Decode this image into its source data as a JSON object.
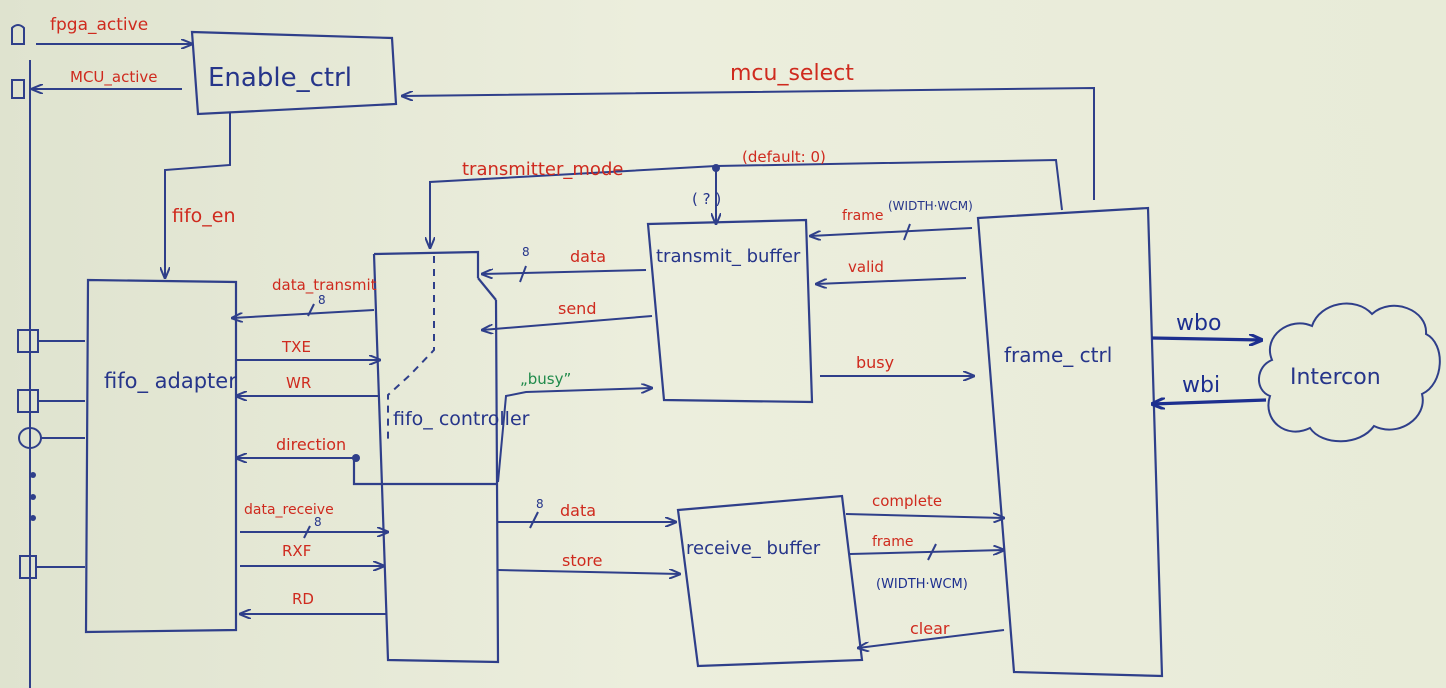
{
  "blocks": {
    "enable_ctrl": "Enable_ctrl",
    "fifo_adapter": "fifo_ adapter",
    "fifo_controller": "fifo_ controller",
    "transmit_buffer": "transmit_ buffer",
    "receive_buffer": "receive_ buffer",
    "frame_ctrl": "frame_ ctrl",
    "intercon": "Intercon"
  },
  "signals": {
    "fpga_active": "fpga_active",
    "mcu_active": "MCU_active",
    "mcu_select": "mcu_select",
    "transmitter_mode": "transmitter_mode",
    "transmitter_mode_default": "(default: 0)",
    "fifo_en": "fifo_en",
    "data_transmit": "data_transmit",
    "txe": "TXE",
    "wr": "WR",
    "direction": "direction",
    "data_receive": "data_receive",
    "rxf": "RXF",
    "rd": "RD",
    "tx_data": "data",
    "send": "send",
    "busy_quote": "„busy”",
    "rx_data": "data",
    "store": "store",
    "frame_in": "frame",
    "frame_in_width": "(WIDTH·WCM)",
    "valid": "valid",
    "busy": "busy",
    "complete": "complete",
    "frame_out": "frame",
    "frame_out_width": "(WIDTH·WCM)",
    "clear": "clear",
    "wbo": "wbo",
    "wbi": "wbi",
    "bus_width_tx_data": "8",
    "bus_width_data_transmit": "8",
    "bus_width_data_receive": "8",
    "bus_width_rx_data": "8",
    "mode_brackets": "( ? )"
  },
  "colors": {
    "ink_blue": "#2f3f8a",
    "ink_red": "#cf2a1e",
    "ink_green": "#1f8a4a",
    "ink_navy": "#1d2f8f"
  }
}
